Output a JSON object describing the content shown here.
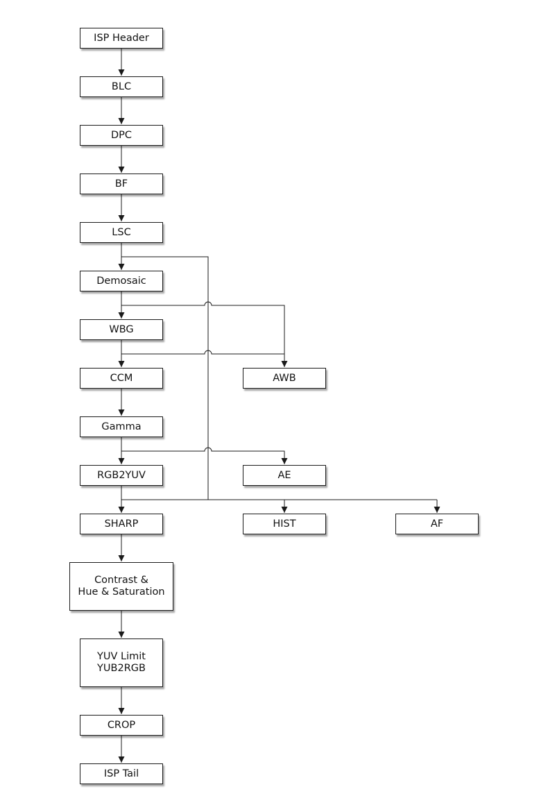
{
  "diagram": {
    "nodes": {
      "isp_header": "ISP Header",
      "blc": "BLC",
      "dpc": "DPC",
      "bf": "BF",
      "lsc": "LSC",
      "demosaic": "Demosaic",
      "wbg": "WBG",
      "ccm": "CCM",
      "gamma": "Gamma",
      "rgb2yuv": "RGB2YUV",
      "sharp": "SHARP",
      "contrast_line1": "Contrast &",
      "contrast_line2": "Hue & Saturation",
      "yuvlimit_line1": "YUV Limit",
      "yuvlimit_line2": "YUB2RGB",
      "crop": "CROP",
      "isp_tail": "ISP Tail",
      "awb": "AWB",
      "ae": "AE",
      "hist": "HIST",
      "af": "AF"
    },
    "edges": [
      [
        "ISP Header",
        "BLC"
      ],
      [
        "BLC",
        "DPC"
      ],
      [
        "DPC",
        "BF"
      ],
      [
        "BF",
        "LSC"
      ],
      [
        "LSC",
        "Demosaic"
      ],
      [
        "Demosaic",
        "WBG"
      ],
      [
        "WBG",
        "CCM"
      ],
      [
        "CCM",
        "Gamma"
      ],
      [
        "Gamma",
        "RGB2YUV"
      ],
      [
        "RGB2YUV",
        "SHARP"
      ],
      [
        "SHARP",
        "Contrast & Hue & Saturation"
      ],
      [
        "Contrast & Hue & Saturation",
        "YUV Limit YUB2RGB"
      ],
      [
        "YUV Limit YUB2RGB",
        "CROP"
      ],
      [
        "CROP",
        "ISP Tail"
      ],
      [
        "Demosaic",
        "AWB"
      ],
      [
        "WBG",
        "AWB"
      ],
      [
        "Gamma",
        "AE"
      ],
      [
        "LSC",
        "HIST"
      ],
      [
        "LSC",
        "AF"
      ],
      [
        "RGB2YUV",
        "HIST"
      ],
      [
        "RGB2YUV",
        "AF"
      ]
    ],
    "line_color": "#1a1a1a"
  }
}
